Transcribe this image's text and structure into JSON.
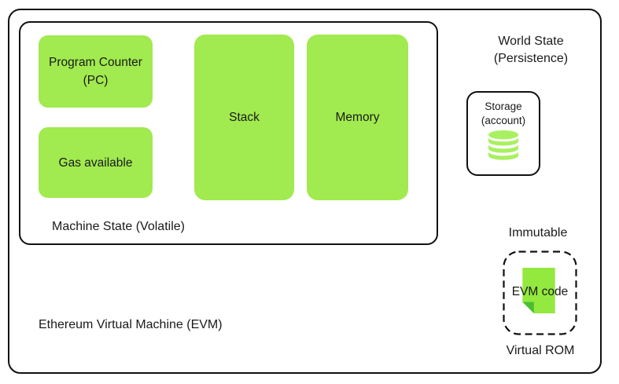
{
  "diagram": {
    "evm_label": "Ethereum Virtual Machine (EVM)",
    "machine_state": {
      "label": "Machine State (Volatile)",
      "program_counter_line1": "Program Counter",
      "program_counter_line2": "(PC)",
      "gas_label": "Gas available",
      "stack_label": "Stack",
      "memory_label": "Memory"
    },
    "world_state": {
      "line1": "World State",
      "line2": "(Persistence)",
      "storage_line1": "Storage",
      "storage_line2": "(account)",
      "storage_icon": "database-icon"
    },
    "immutable": {
      "label": "Immutable",
      "evm_code_label": "EVM code",
      "virtual_rom_label": "Virtual ROM",
      "icon": "document-icon"
    },
    "colors": {
      "box_green": "#A1EA4F",
      "database_green": "#A8F061",
      "document_green": "#93E93E",
      "fold_green": "#4CBD31",
      "border": "#111111",
      "background": "#FFFFFF"
    }
  }
}
